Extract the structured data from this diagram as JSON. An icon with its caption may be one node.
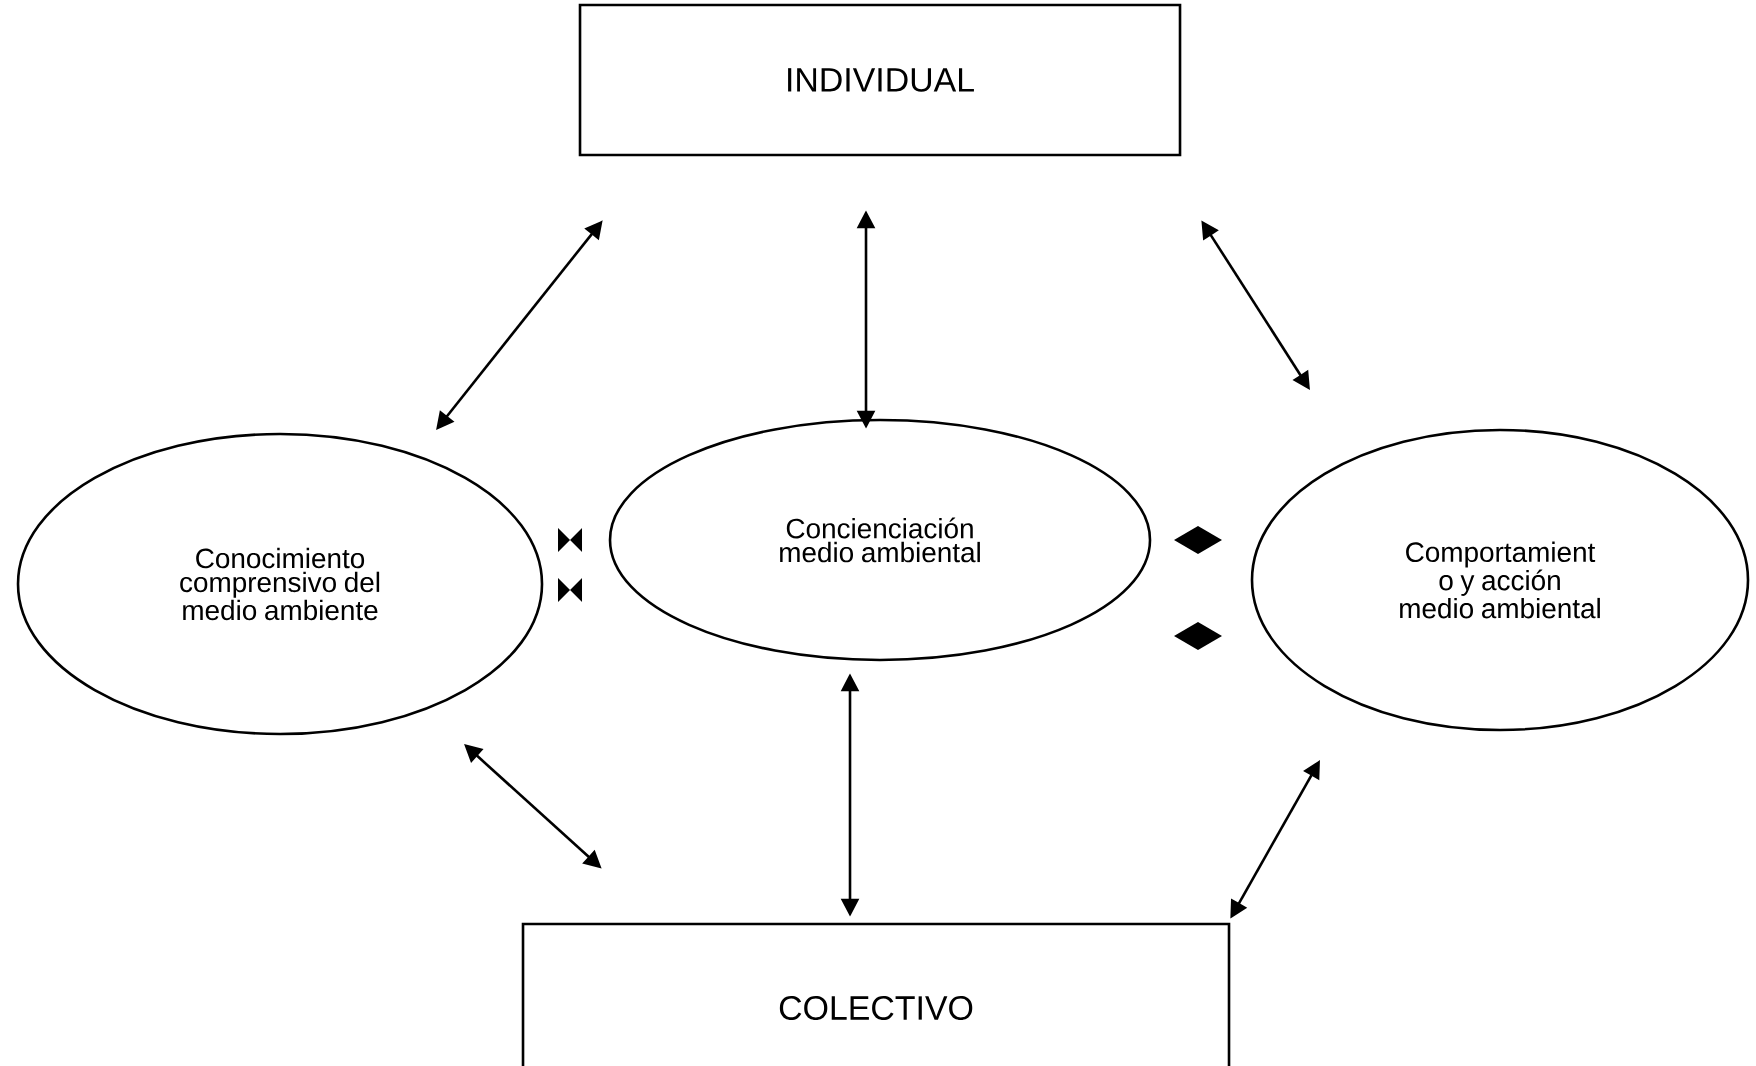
{
  "diagram": {
    "nodes": [
      {
        "text": [
          "INDIVIDUAL"
        ]
      },
      {
        "text": [
          "Conocimiento comprensivo del medio ambiente"
        ]
      },
      {
        "text": [
          "Concienciación medio ambiental"
        ]
      },
      {
        "text": [
          "Comportamient o y acción medio ambiental"
        ]
      },
      {
        "text": [
          "COLECTIVO"
        ]
      }
    ],
    "edges": [
      {
        "from": 1,
        "to": 0,
        "arrow": "both"
      },
      {
        "from": 2,
        "to": 0,
        "arrow": "both"
      },
      {
        "from": 3,
        "to": 0,
        "arrow": "both"
      },
      {
        "from": 1,
        "to": 4,
        "arrow": "both"
      },
      {
        "from": 2,
        "to": 4,
        "arrow": "both"
      },
      {
        "from": 3,
        "to": 4,
        "arrow": "both"
      }
    ]
  }
}
